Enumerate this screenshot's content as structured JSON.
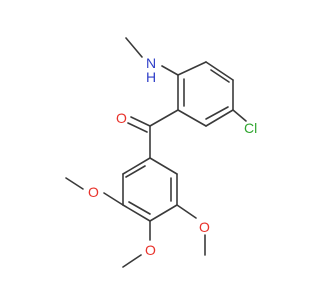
{
  "molecule": {
    "atoms": {
      "nh_n": {
        "text": "N",
        "element": "N"
      },
      "nh_h": {
        "text": "H",
        "element": "H"
      },
      "carbonyl_o": {
        "text": "O",
        "element": "O"
      },
      "chloro": {
        "text": "Cl",
        "element": "Cl"
      },
      "ome_left_o": {
        "text": "O",
        "element": "O"
      },
      "ome_bottom_o": {
        "text": "O",
        "element": "O"
      },
      "ome_right_o": {
        "text": "O",
        "element": "O"
      }
    },
    "colors": {
      "bond": "#3a3a3a",
      "oxygen": "#e8322b",
      "chlorine": "#2fa52f",
      "nitrogen": "#2f3fc8"
    }
  }
}
